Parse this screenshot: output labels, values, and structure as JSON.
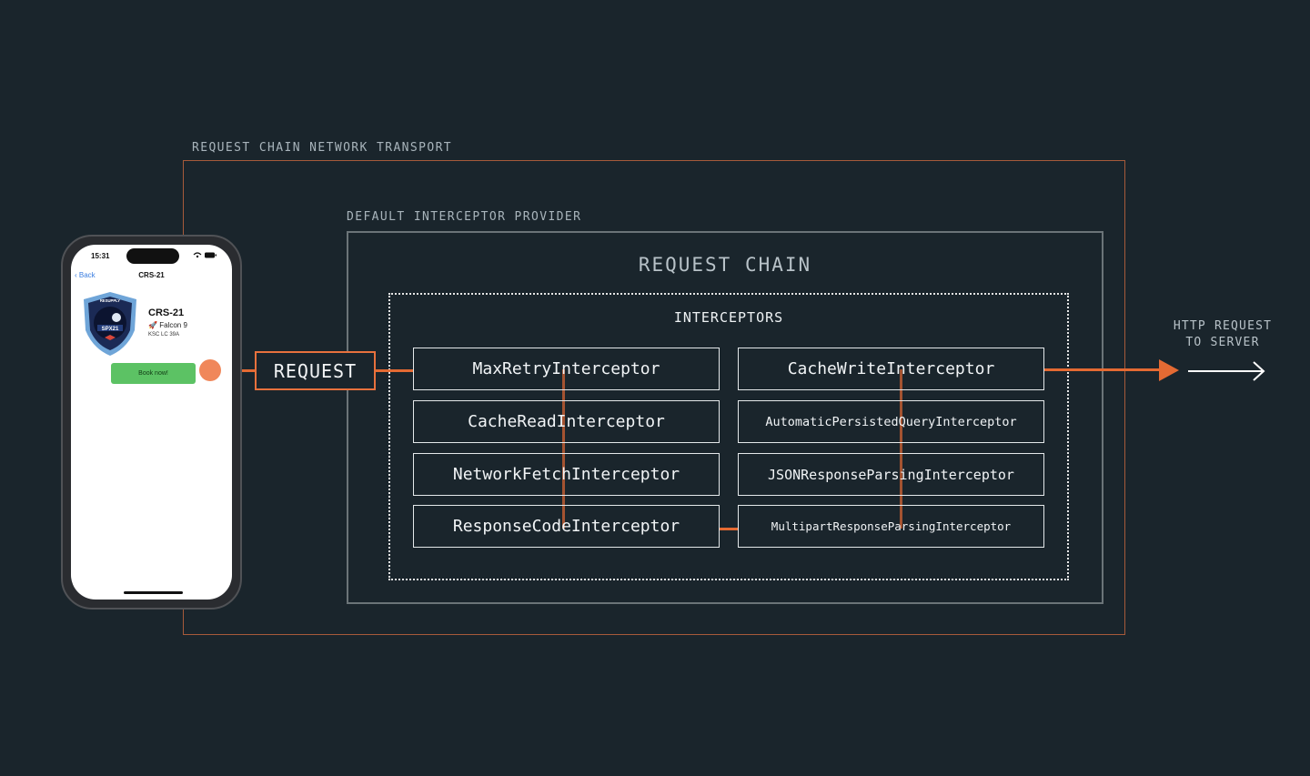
{
  "labels": {
    "transport": "REQUEST CHAIN NETWORK TRANSPORT",
    "provider": "DEFAULT INTERCEPTOR PROVIDER",
    "chain": "REQUEST CHAIN",
    "interceptors": "INTERCEPTORS",
    "request": "REQUEST",
    "http_line1": "HTTP REQUEST",
    "http_line2": "TO SERVER"
  },
  "interceptors_left": [
    "MaxRetryInterceptor",
    "CacheReadInterceptor",
    "NetworkFetchInterceptor",
    "ResponseCodeInterceptor"
  ],
  "interceptors_right": [
    "CacheWriteInterceptor",
    "AutomaticPersistedQueryInterceptor",
    "JSONResponseParsingInterceptor",
    "MultipartResponseParsingInterceptor"
  ],
  "phone": {
    "time": "15:31",
    "back": "Back",
    "nav_title": "CRS-21",
    "mission_name": "CRS-21",
    "rocket": "Falcon 9",
    "site": "KSC LC 39A",
    "book_button": "Book now!",
    "patch_text": "SPX21",
    "patch_top": "RESUPPLY"
  },
  "colors": {
    "background": "#1a252c",
    "accent": "#e46a33",
    "transport_border": "#a65a3a"
  }
}
